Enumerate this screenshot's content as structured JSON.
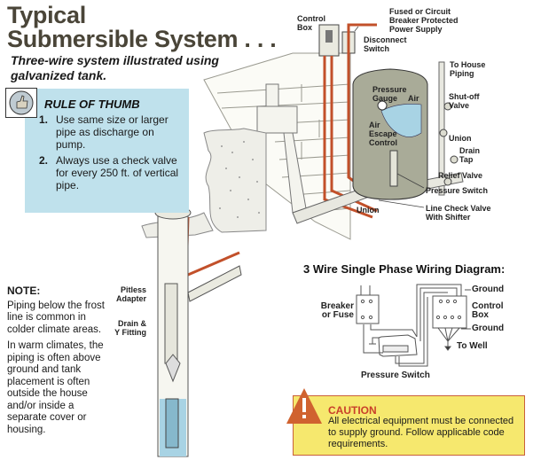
{
  "title": {
    "line1": "Typical",
    "line2": "Submersible System . . ."
  },
  "subtitle": {
    "line1": "Three-wire system illustrated using",
    "line2": "galvanized tank."
  },
  "rule_of_thumb": {
    "icon": "thumbs-up-icon",
    "heading": "RULE OF THUMB",
    "items": [
      {
        "num": "1.",
        "text": "Use same size or larger pipe as discharge on pump."
      },
      {
        "num": "2.",
        "text": "Always use a check valve for every 250 ft. of vertical pipe."
      }
    ]
  },
  "note": {
    "heading": "NOTE:",
    "paragraphs": [
      "Piping below the frost line is common in colder climate areas.",
      "In warm climates, the piping is often above ground and tank placement is often outside the house and/or inside a separate cover or housing."
    ]
  },
  "system_labels": {
    "control_box": [
      "Control",
      "Box"
    ],
    "power_supply": [
      "Fused or Circuit",
      "Breaker Protected",
      "Power Supply"
    ],
    "disconnect_switch": [
      "Disconnect",
      "Switch"
    ],
    "to_house_piping": [
      "To House",
      "Piping"
    ],
    "shutoff_valve": [
      "Shut-off",
      "Valve"
    ],
    "pressure_gauge": [
      "Pressure",
      "Gauge"
    ],
    "air": "Air",
    "air_escape_control": [
      "Air",
      "Escape",
      "Control"
    ],
    "union_right": "Union",
    "drain_tap": [
      "Drain",
      "Tap"
    ],
    "relief_valve": "Relief Valve",
    "pressure_switch": "Pressure Switch",
    "union_left": "Union",
    "line_check_valve": [
      "Line Check Valve",
      "With Shifter"
    ],
    "pitless_adapter": [
      "Pitless",
      "Adapter"
    ],
    "drain_y_fitting": [
      "Drain &",
      "Y Fitting"
    ]
  },
  "wiring_diagram": {
    "title": "3 Wire Single Phase Wiring Diagram:",
    "breaker": [
      "Breaker",
      "or Fuse"
    ],
    "ground_top": "Ground",
    "control_box": [
      "Control",
      "Box"
    ],
    "ground_bottom": "Ground",
    "to_well": "To Well",
    "pressure_switch": "Pressure Switch"
  },
  "caution": {
    "icon": "warning-triangle-icon",
    "heading": "CAUTION",
    "text": "All electrical equipment must be connected to supply ground. Follow applicable code requirements."
  },
  "colors": {
    "rule_box_bg": "#bfe1ec",
    "caution_bg": "#f6e86e",
    "caution_accent": "#d0622f",
    "wire_red": "#c2502a",
    "tank_gray": "#a9ab98",
    "water_blue": "#a8d3e4"
  }
}
